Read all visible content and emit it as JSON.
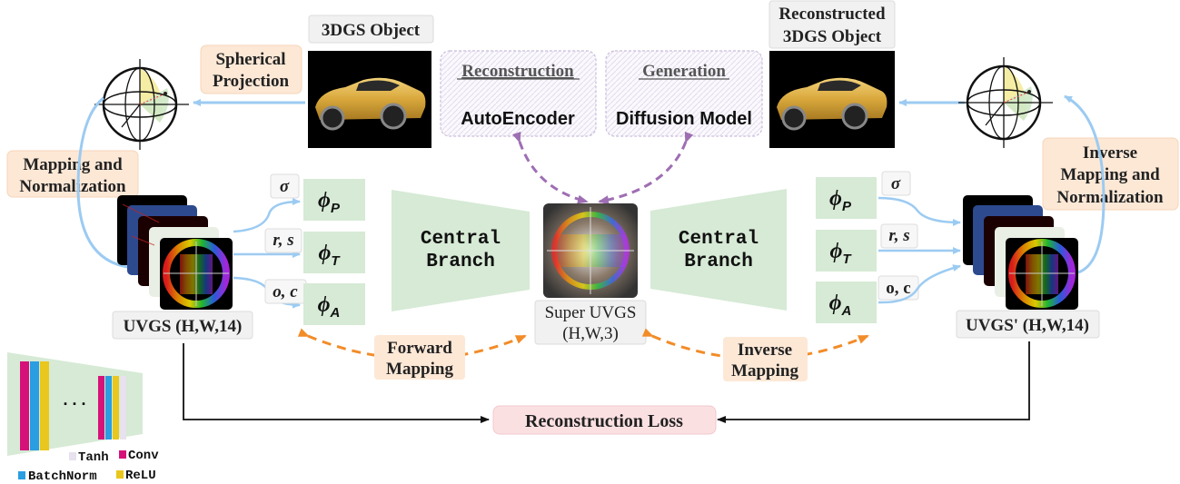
{
  "labels": {
    "object_3dgs": "3DGS Object",
    "reconstructed_line1": "Reconstructed",
    "reconstructed_line2": "3DGS Object",
    "spherical_line1": "Spherical",
    "spherical_line2": "Projection",
    "reconstruction_title": "Reconstruction",
    "autoencoder": "AutoEncoder",
    "generation_title": "Generation",
    "diffusion": "Diffusion Model",
    "mapping_line1": "Mapping and",
    "mapping_line2": "Normalization",
    "inverse_line1": "Inverse",
    "inverse_line2": "Mapping and",
    "inverse_line3": "Normalization",
    "central_line1": "Central",
    "central_line2": "Branch",
    "super_uvgs_line1": "Super UVGS",
    "super_uvgs_line2": "(H,W,3)",
    "uvgs": "UVGS (H,W,14)",
    "uvgs_prime": "UVGS' (H,W,14)",
    "forward_line1": "Forward",
    "forward_line2": "Mapping",
    "inverse_map_line1": "Inverse",
    "inverse_map_line2": "Mapping",
    "recon_loss": "Reconstruction Loss",
    "sigma": "σ",
    "rs": "r, s",
    "oc": "o, c",
    "oc_right": "o, c",
    "phi": "ϕ",
    "sub_p": "P",
    "sub_t": "T",
    "sub_a": "A",
    "dots": ". . ."
  },
  "legend": {
    "tanh": "Tanh",
    "conv": "Conv",
    "batchnorm": "BatchNorm",
    "relu": "ReLU"
  },
  "colors": {
    "arrow_blue": "#9ccbf2",
    "arrow_orange": "#f28c28",
    "arrow_purple": "#9e6eb3",
    "green_box": "#d6ead5",
    "peach_box": "#fde8d6",
    "pink_box": "#fbe0e2",
    "conv": "#d6127a",
    "batchnorm": "#2a9ee0",
    "relu": "#e9c71c",
    "tanh": "#e7e2ee"
  }
}
